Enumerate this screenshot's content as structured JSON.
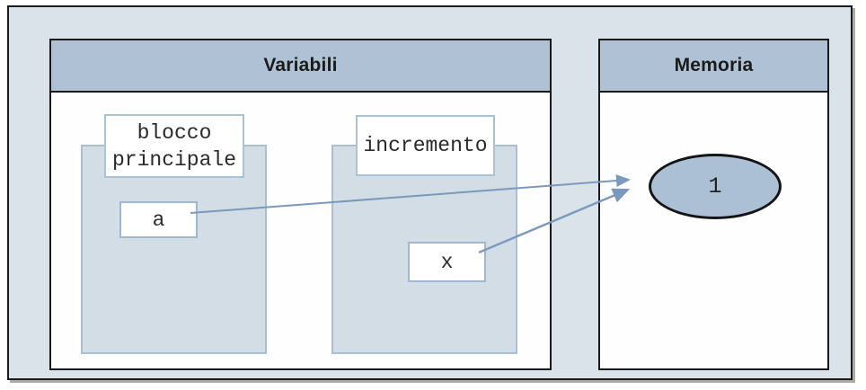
{
  "diagram": {
    "panels": {
      "variabili": {
        "title": "Variabili"
      },
      "memoria": {
        "title": "Memoria"
      }
    },
    "scopes": [
      {
        "label": "blocco principale",
        "variables": [
          {
            "name": "a"
          }
        ]
      },
      {
        "label": "incremento",
        "variables": [
          {
            "name": "x"
          }
        ]
      }
    ],
    "memory_values": [
      {
        "value": "1"
      }
    ],
    "arrows": [
      {
        "from": "a",
        "to": "1"
      },
      {
        "from": "x",
        "to": "1"
      }
    ],
    "colors": {
      "frame_background": "#dae3ea",
      "panel_header": "#afc2d5",
      "scope_fill": "#d3dde6",
      "scope_border": "#aabfd3",
      "ellipse_fill": "#abc0d5",
      "arrow": "#7b99bc",
      "border_dark": "#191919"
    }
  }
}
